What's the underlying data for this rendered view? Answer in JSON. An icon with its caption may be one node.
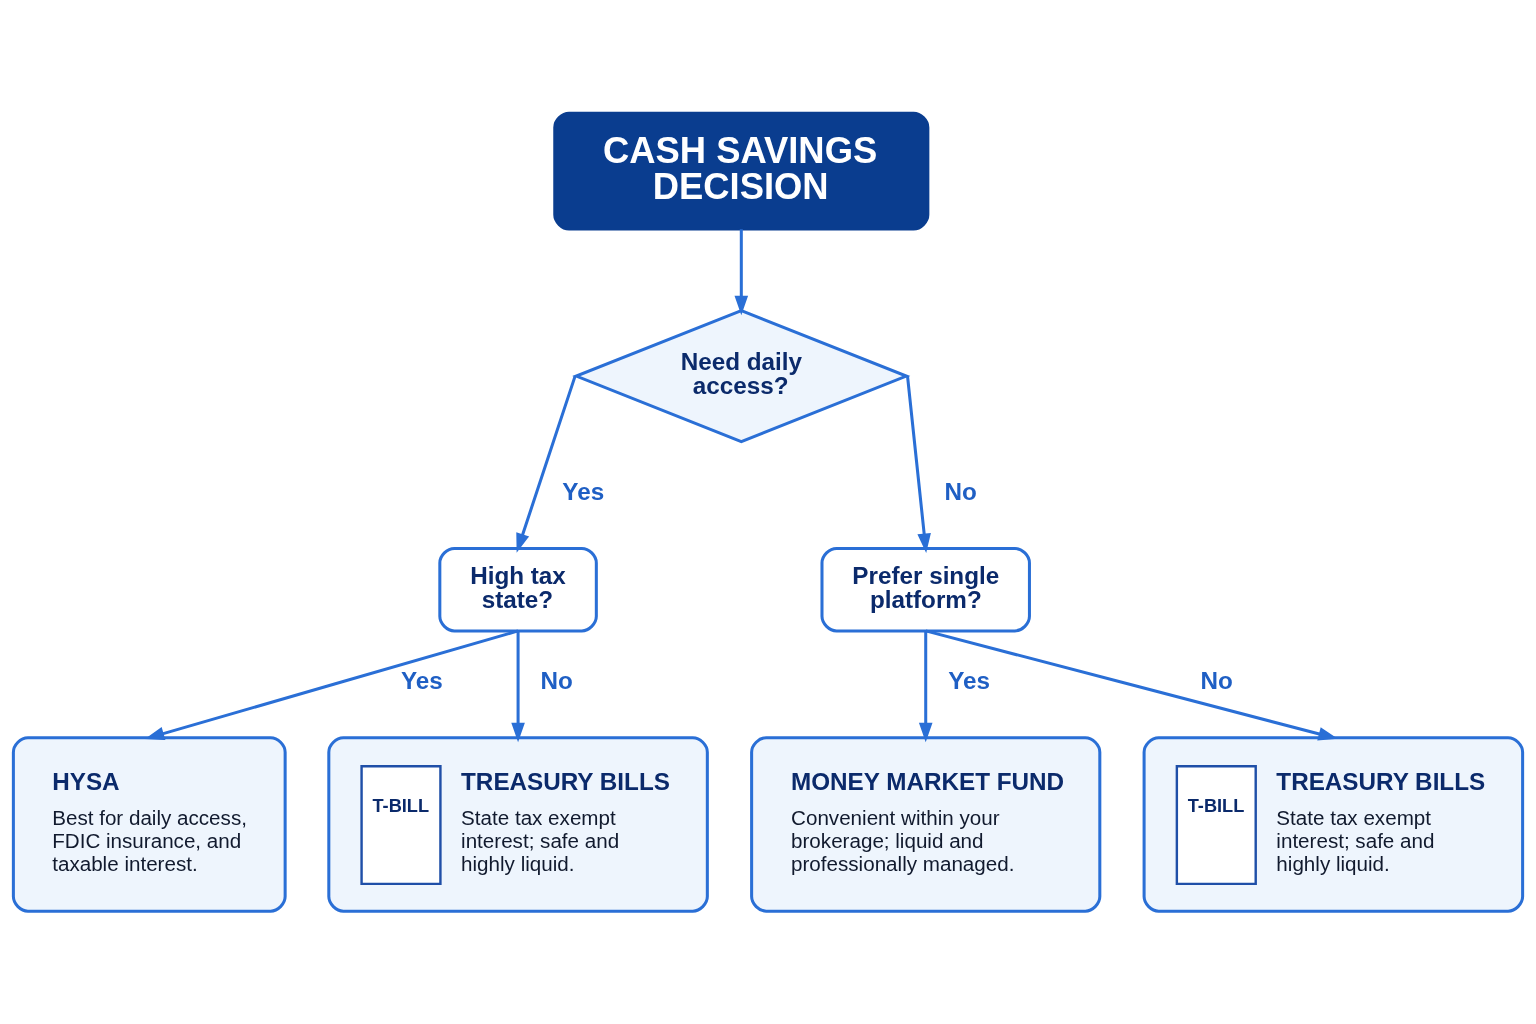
{
  "diagram": {
    "nodes": [
      {
        "text": [
          "CASH SAVINGS DECISION"
        ]
      },
      {
        "text": [
          "Need daily access?"
        ]
      },
      {
        "text": [
          "High tax state?"
        ]
      },
      {
        "text": [
          "Prefer single platform?"
        ]
      },
      {
        "text": [
          "HYSA",
          "Best for daily access, FDIC insurance, and taxable interest."
        ]
      },
      {
        "text": [
          "T-BILL",
          "TREASURY BILLS",
          "State tax exempt interest; safe and highly liquid."
        ]
      },
      {
        "text": [
          "MONEY MARKET FUND",
          "Convenient within your brokerage; liquid and professionally managed."
        ]
      },
      {
        "text": [
          "T-BILL",
          "TREASURY BILLS",
          "State tax exempt interest; safe and highly liquid."
        ]
      }
    ],
    "edges": [
      {
        "from": 0,
        "to": 1,
        "arrow": "to"
      },
      {
        "from": 1,
        "to": 2,
        "label": "Yes",
        "arrow": "to"
      },
      {
        "from": 1,
        "to": 3,
        "label": "No",
        "arrow": "to"
      },
      {
        "from": 2,
        "to": 4,
        "label": "Yes",
        "arrow": "to"
      },
      {
        "from": 2,
        "to": 5,
        "label": "No",
        "arrow": "to"
      },
      {
        "from": 3,
        "to": 6,
        "label": "Yes",
        "arrow": "to"
      },
      {
        "from": 3,
        "to": 7,
        "label": "No",
        "arrow": "to"
      }
    ]
  }
}
